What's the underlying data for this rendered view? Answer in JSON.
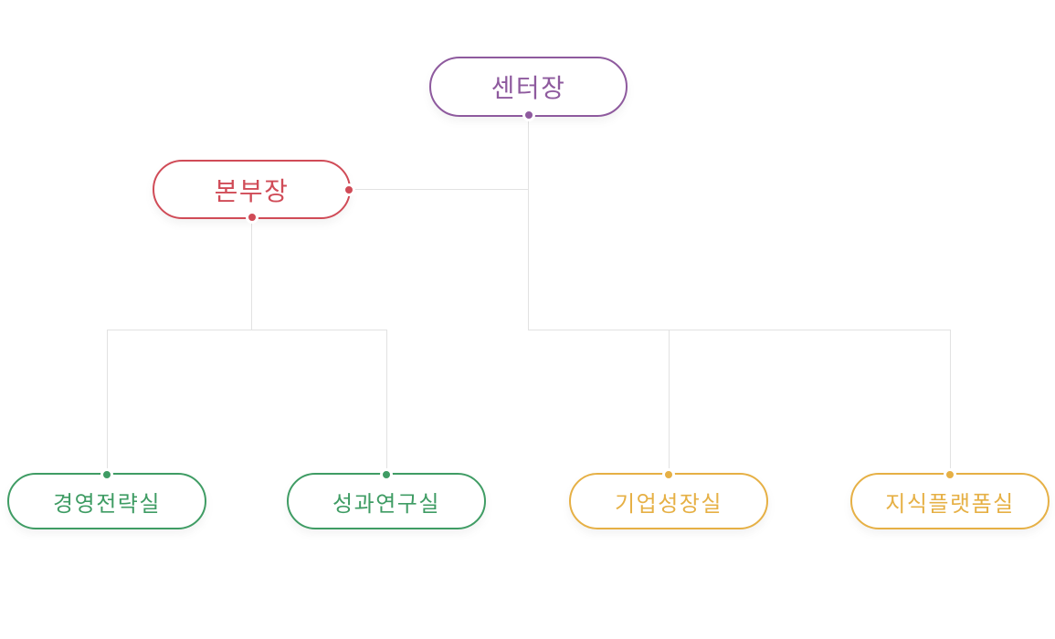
{
  "diagram": {
    "type": "org-chart",
    "background": "#ffffff",
    "connector_color": "#e2e2e2",
    "node_fill": "#ffffff",
    "nodes": [
      {
        "key": "center-head",
        "label": "센터장",
        "level": 1,
        "color": "#8e5a9e"
      },
      {
        "key": "division-head",
        "label": "본부장",
        "level": 2,
        "color": "#d04b57"
      },
      {
        "key": "management-strategy-office",
        "label": "경영전략실",
        "level": 3,
        "color": "#3f9c64"
      },
      {
        "key": "performance-research-office",
        "label": "성과연구실",
        "level": 3,
        "color": "#3f9c64"
      },
      {
        "key": "business-growth-office",
        "label": "기업성장실",
        "level": 3,
        "color": "#e6b045"
      },
      {
        "key": "knowledge-platform-office",
        "label": "지식플랫폼실",
        "level": 3,
        "color": "#e6b045"
      }
    ],
    "edges": [
      {
        "from": "center-head",
        "to": "division-head"
      },
      {
        "from": "center-head",
        "to": "business-growth-office"
      },
      {
        "from": "center-head",
        "to": "knowledge-platform-office"
      },
      {
        "from": "division-head",
        "to": "management-strategy-office"
      },
      {
        "from": "division-head",
        "to": "performance-research-office"
      }
    ]
  }
}
